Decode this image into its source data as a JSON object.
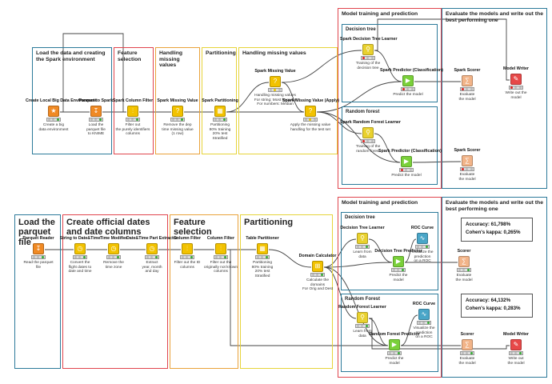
{
  "colors": {
    "blue": "#2c7a9a",
    "red": "#e0454d",
    "orange": "#e9a23a",
    "yellow": "#e6d43a",
    "wire": "#444444",
    "learner": "#e9d12e",
    "predictor": "#7ad03a",
    "scorer": "#f2b489",
    "manip": "#f2c200",
    "spark": "#f08a24",
    "writer": "#e74848",
    "chart": "#4aa6c8"
  },
  "boxes": [
    {
      "id": "b-load-spark",
      "title": "Load the data and creating the Spark environment",
      "size": "s"
    },
    {
      "id": "b-feat1",
      "title": "Feature selection",
      "size": "s"
    },
    {
      "id": "b-miss1",
      "title": "Handling missing values",
      "size": "s"
    },
    {
      "id": "b-part1",
      "title": "Partitioning",
      "size": "s"
    },
    {
      "id": "b-miss2",
      "title": "Handling missing values",
      "size": "s"
    },
    {
      "id": "b-train1",
      "title": "Model training and prediction",
      "size": "s"
    },
    {
      "id": "b-dt1",
      "title": "Decision tree",
      "size": "xs"
    },
    {
      "id": "b-rf1",
      "title": "Random forest",
      "size": "xs"
    },
    {
      "id": "b-eval1",
      "title": "Evaluate the models and write out the best performing one",
      "size": "s"
    },
    {
      "id": "b-load2",
      "title": "Load the parquet file",
      "size": "l"
    },
    {
      "id": "b-dates",
      "title": "Create official dates and date columns",
      "size": "l"
    },
    {
      "id": "b-feat2",
      "title": "Feature selection",
      "size": "l"
    },
    {
      "id": "b-part2",
      "title": "Partitioning",
      "size": "l"
    },
    {
      "id": "b-train2",
      "title": "Model training and prediction",
      "size": "s"
    },
    {
      "id": "b-dt2",
      "title": "Decision tree",
      "size": "xs"
    },
    {
      "id": "b-rf2",
      "title": "Random Forest",
      "size": "xs"
    },
    {
      "id": "b-eval2",
      "title": "Evaluate the models and write out the best performing one",
      "size": "s"
    }
  ],
  "nodes": [
    {
      "id": "n1",
      "label": "Create Local Big Data Environment",
      "icon": "spark",
      "glyph": "★",
      "status": "green",
      "desc": "Create a big\ndata environment"
    },
    {
      "id": "n2",
      "label": "Parquet to Spark",
      "icon": "spark",
      "glyph": "↧",
      "status": "green",
      "desc": "Load the\nparquet file\nto KNIME"
    },
    {
      "id": "n3",
      "label": "Spark Column Filter",
      "icon": "manip",
      "glyph": "⫶",
      "status": "green",
      "desc": "Filter out\nthe purely identifiers\ncolumns"
    },
    {
      "id": "n4",
      "label": "Spark Missing Value",
      "icon": "manip",
      "glyph": "?",
      "status": "green",
      "desc": "Remove the dep\ntime missing value\n(1 row)"
    },
    {
      "id": "n5",
      "label": "Spark Partitioning",
      "icon": "manip",
      "glyph": "▦",
      "status": "green",
      "desc": "Partitioning\n80% training\n20% test\nStratified"
    },
    {
      "id": "n6",
      "label": "Spark Missing Value",
      "icon": "manip",
      "glyph": "?",
      "status": "yellow",
      "desc": "Handling missing values\nFor string: Most frequent\nFor numbers: Median"
    },
    {
      "id": "n7",
      "label": "Spark Missing Value (Apply)",
      "icon": "manip",
      "glyph": "?",
      "status": "yellow",
      "desc": "Apply the missing value\nhandling for the test set"
    },
    {
      "id": "n8",
      "label": "Spark Decision Tree Learner",
      "icon": "learner",
      "glyph": "⚲",
      "status": "red",
      "desc": "Training of the\ndecision tree"
    },
    {
      "id": "n9",
      "label": "Spark Predictor (Classification)",
      "icon": "predictor",
      "glyph": "▶",
      "status": "red",
      "desc": "Predict the model"
    },
    {
      "id": "n10",
      "label": "Spark Random Forest Learner",
      "icon": "learner",
      "glyph": "⚲",
      "status": "red",
      "desc": "Training of the\nrandom forest"
    },
    {
      "id": "n11",
      "label": "Spark Predictor (Classification)",
      "icon": "predictor",
      "glyph": "▶",
      "status": "red",
      "desc": "Predict the model"
    },
    {
      "id": "n12",
      "label": "Spark Scorer",
      "icon": "scorer",
      "glyph": "∑",
      "status": "red",
      "desc": "Evaluate\nthe model"
    },
    {
      "id": "n13",
      "label": "Model Writer",
      "icon": "writer",
      "glyph": "✎",
      "status": "red",
      "desc": "Write out the\nmodel"
    },
    {
      "id": "n14",
      "label": "Spark Scorer",
      "icon": "scorer",
      "glyph": "∑",
      "status": "red",
      "desc": "Evaluate\nthe model"
    },
    {
      "id": "n15",
      "label": "Parquet Reader",
      "icon": "spark",
      "glyph": "↧",
      "status": "green",
      "desc": "Read the parquet\nfile"
    },
    {
      "id": "n16",
      "label": "String to Date&Time",
      "icon": "manip",
      "glyph": "◷",
      "status": "green",
      "desc": "Convert the\nflight dates to\ndate and time"
    },
    {
      "id": "n17",
      "label": "Time Modifier",
      "icon": "manip",
      "glyph": "◷",
      "status": "green",
      "desc": "Remove the\ntime zone"
    },
    {
      "id": "n18",
      "label": "Date&Time Part Extractor",
      "icon": "manip",
      "glyph": "◷",
      "status": "green",
      "desc": "Extract\nyear, month\nand day"
    },
    {
      "id": "n19",
      "label": "Column Filter",
      "icon": "manip",
      "glyph": "⫶",
      "status": "green",
      "desc": "Filter out the ID\ncolumns"
    },
    {
      "id": "n20",
      "label": "Column Filter",
      "icon": "manip",
      "glyph": "⫶",
      "status": "green",
      "desc": "Filter out the\noriginally not known\ncolumns"
    },
    {
      "id": "n21",
      "label": "Table Partitioner",
      "icon": "manip",
      "glyph": "▦",
      "status": "green",
      "desc": "Partitioning\n80% training\n20% test\nStratified"
    },
    {
      "id": "n22",
      "label": "Domain Calculator",
      "icon": "manip",
      "glyph": "⊞",
      "status": "green",
      "desc": "Calculate the\ndomains\nFor Orig and Dest"
    },
    {
      "id": "n23",
      "label": "Decision Tree Learner",
      "icon": "learner",
      "glyph": "⚲",
      "status": "green",
      "desc": "Learn from\ndata"
    },
    {
      "id": "n24",
      "label": "Decision Tree Predictor",
      "icon": "predictor",
      "glyph": "▶",
      "status": "green",
      "desc": "Predict the\nmodel"
    },
    {
      "id": "n25",
      "label": "ROC Curve",
      "icon": "chart",
      "glyph": "∿",
      "status": "green",
      "desc": "Visualize the\nprediction\non a ROC"
    },
    {
      "id": "n26",
      "label": "Scorer",
      "icon": "scorer",
      "glyph": "∑",
      "status": "green",
      "desc": "Evaluate\nthe model"
    },
    {
      "id": "n27",
      "label": "Random Forest Learner",
      "icon": "learner",
      "glyph": "⚲",
      "status": "green",
      "desc": "Learn from\ndata"
    },
    {
      "id": "n28",
      "label": "Random Forest Predictor",
      "icon": "predictor",
      "glyph": "▶",
      "status": "green",
      "desc": "Predict the\nmodel"
    },
    {
      "id": "n29",
      "label": "ROC Curve",
      "icon": "chart",
      "glyph": "∿",
      "status": "green",
      "desc": "Visualize the\nprediction\non a ROC"
    },
    {
      "id": "n30",
      "label": "Scorer",
      "icon": "scorer",
      "glyph": "∑",
      "status": "green",
      "desc": "Evaluate\nthe model"
    },
    {
      "id": "n31",
      "label": "Model Writer",
      "icon": "writer",
      "glyph": "✎",
      "status": "green",
      "desc": "Write out\nthe model"
    }
  ],
  "metrics": [
    {
      "id": "m1",
      "accuracy": "Accuracy: 61,798%",
      "kappa": "Cohen's kappa: 0,265%"
    },
    {
      "id": "m2",
      "accuracy": "Accuracy: 64,132%",
      "kappa": "Cohen's kappa: 0,283%"
    }
  ]
}
